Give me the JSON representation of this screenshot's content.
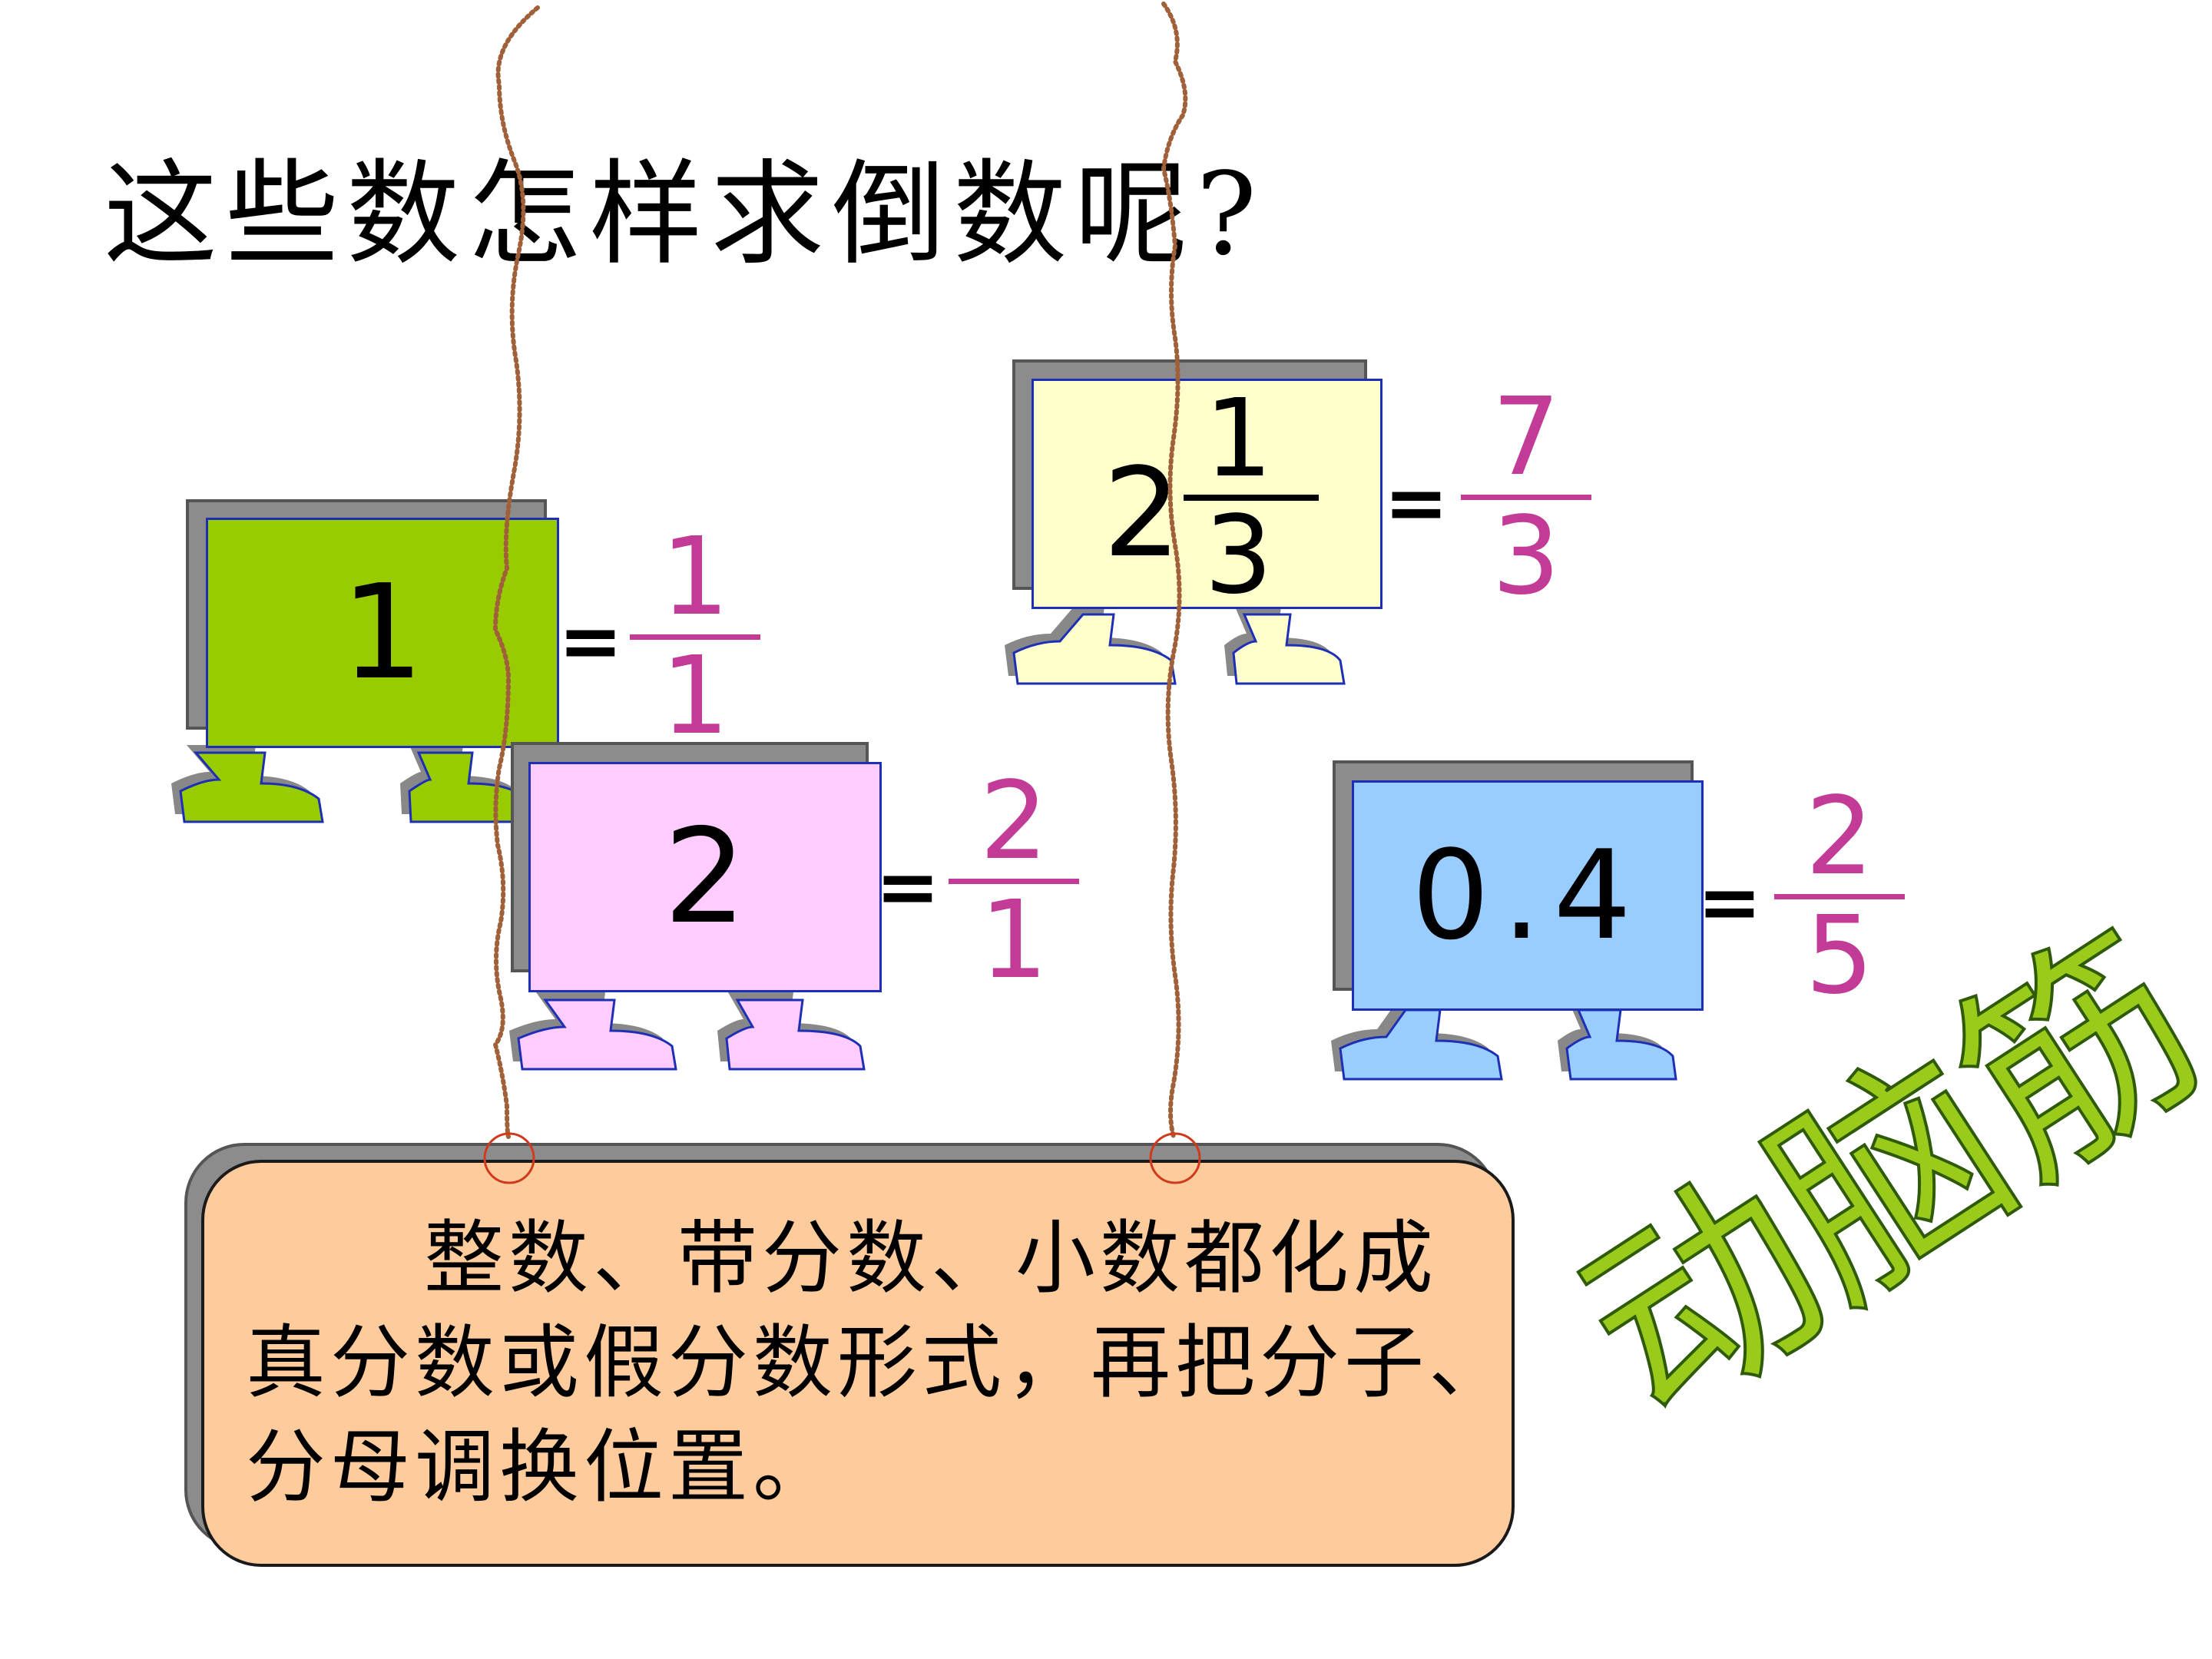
{
  "title": "这些数怎样求倒数呢?",
  "cards": {
    "one": {
      "value": "1",
      "reciprocal_numerator": "1",
      "reciprocal_denominator": "1",
      "color": "#99cc00"
    },
    "two": {
      "value": "2",
      "reciprocal_numerator": "2",
      "reciprocal_denominator": "1",
      "color": "#ffccff"
    },
    "mixed": {
      "whole": "2",
      "numerator": "1",
      "denominator": "3",
      "reciprocal_numerator": "7",
      "reciprocal_denominator": "3",
      "color": "#ffffcc"
    },
    "decimal": {
      "value": "0.4",
      "reciprocal_numerator": "2",
      "reciprocal_denominator": "5",
      "color": "#99ccff"
    }
  },
  "equals": "=",
  "fraction_color_pink": "#c23b97",
  "fraction_color_black": "#000000",
  "board": {
    "lines": [
      "整数、带分数、小数都化成",
      "真分数或假分数形式，再把分子、",
      "分母调换位置。"
    ],
    "background": "#fecb9c"
  },
  "slogan": "动脑筋",
  "slogan_color": "#9acb1a"
}
